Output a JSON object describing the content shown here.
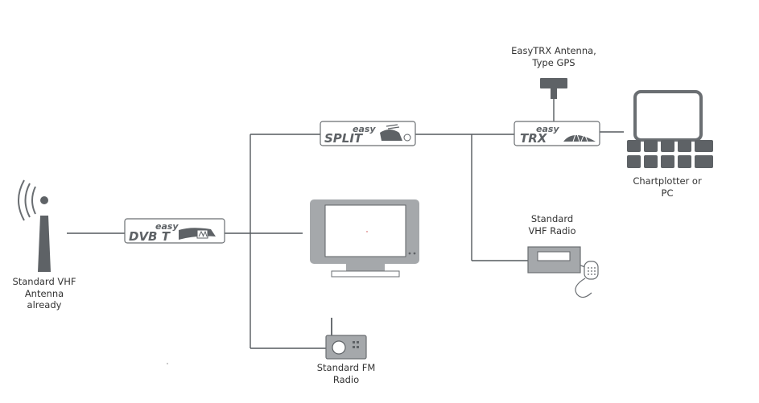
{
  "colors": {
    "line": "#555a5e",
    "device_dark": "#5e6266",
    "device_light": "#a5a8ab",
    "box_fill": "#ffffff",
    "box_stroke": "#6a6e72",
    "text": "#333333"
  },
  "devices": {
    "vhf_antenna": {
      "icon": "antenna-icon",
      "label": [
        "Standard VHF",
        "Antenna",
        "already"
      ]
    },
    "easy_dvbt": {
      "icon": "easy-dvbt-box",
      "small": "easy",
      "big": "DVB T"
    },
    "easy_split": {
      "icon": "easy-split-box",
      "small": "easy",
      "big": "SPLIT"
    },
    "easy_trx": {
      "icon": "easy-trx-box",
      "small": "easy",
      "big": "TRX"
    },
    "gps_antenna": {
      "icon": "gps-antenna-icon",
      "label": [
        "EasyTRX Antenna,",
        "Type GPS"
      ]
    },
    "chartplotter": {
      "icon": "chartplotter-icon",
      "label": [
        "Chartplotter or",
        "PC"
      ]
    },
    "tv": {
      "icon": "tv-icon"
    },
    "vhf_radio": {
      "icon": "vhf-radio-icon",
      "label": [
        "Standard",
        "VHF Radio"
      ]
    },
    "fm_radio": {
      "icon": "fm-radio-icon",
      "label": [
        "Standard FM",
        "Radio"
      ]
    }
  }
}
